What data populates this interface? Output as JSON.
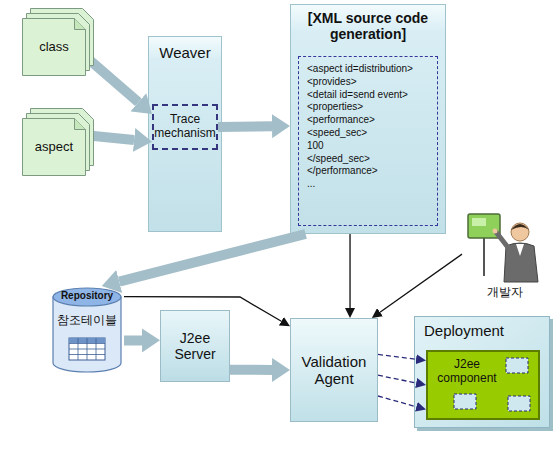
{
  "diagram": {
    "nodes": [
      {
        "text": [
          "class"
        ]
      },
      {
        "text": [
          "aspect"
        ]
      },
      {
        "text": [
          "Weaver"
        ]
      },
      {
        "text": [
          "Trace mechanism"
        ],
        "in": 2
      },
      {
        "text": [
          "[XML source code generation]"
        ]
      },
      {
        "text": [
          "<aspect id=distribution>",
          "<provides>",
          "<detail id=send event>",
          "<properties>",
          "<performance>",
          "<speed_sec>",
          "100",
          "</speed_sec>",
          "</performance>",
          "..."
        ],
        "in": 4
      },
      {
        "text": [
          "개발자"
        ]
      },
      {
        "text": [
          "Repository",
          "참조테이블"
        ]
      },
      {
        "text": [
          "J2ee Server"
        ]
      },
      {
        "text": [
          "Validation Agent"
        ]
      },
      {
        "text": [
          "Deployment"
        ]
      },
      {
        "text": [
          "J2ee component"
        ],
        "in": 10
      }
    ],
    "edges": [
      {
        "from": 0,
        "to": 3,
        "arrow": "to"
      },
      {
        "from": 1,
        "to": 3,
        "arrow": "to"
      },
      {
        "from": 3,
        "to": 4,
        "arrow": "to"
      },
      {
        "from": 4,
        "to": 7,
        "arrow": "to"
      },
      {
        "from": 4,
        "to": 9,
        "arrow": "to"
      },
      {
        "from": 6,
        "to": 9,
        "arrow": "to"
      },
      {
        "from": 7,
        "to": 9,
        "arrow": "to"
      },
      {
        "from": 7,
        "to": 8,
        "arrow": "to"
      },
      {
        "from": 8,
        "to": 9,
        "arrow": "to"
      },
      {
        "from": 9,
        "to": 11,
        "arrow": "to"
      },
      {
        "from": 9,
        "to": 11,
        "arrow": "to"
      },
      {
        "from": 9,
        "to": 11,
        "arrow": "to"
      }
    ]
  }
}
